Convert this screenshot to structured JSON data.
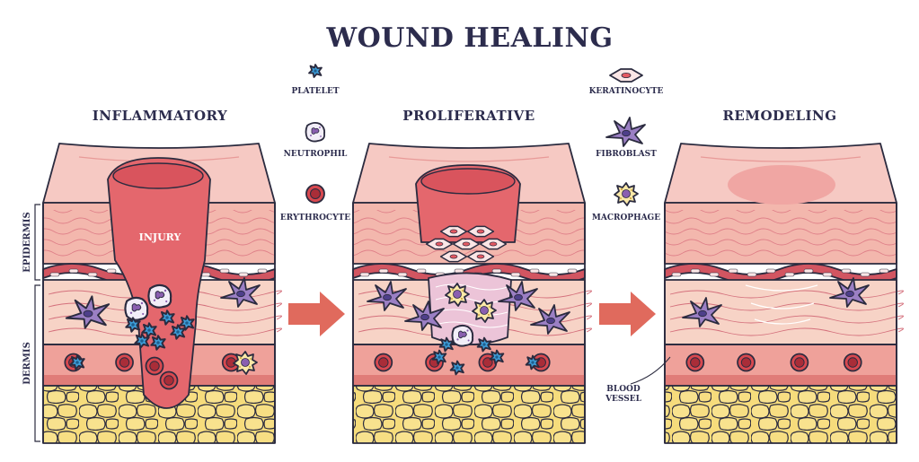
{
  "title": "WOUND HEALING",
  "stages": [
    {
      "id": "inflammatory",
      "label": "INFLAMMATORY"
    },
    {
      "id": "proliferative",
      "label": "PROLIFERATIVE"
    },
    {
      "id": "remodeling",
      "label": "REMODELING"
    }
  ],
  "legend": {
    "left": [
      {
        "label": "PLATELET",
        "icon": "platelet-icon"
      },
      {
        "label": "NEUTROPHIL",
        "icon": "neutrophil-icon"
      },
      {
        "label": "ERYTHROCYTE",
        "icon": "erythrocyte-icon"
      }
    ],
    "right": [
      {
        "label": "KERATINOCYTE",
        "icon": "keratinocyte-icon"
      },
      {
        "label": "FIBROBLAST",
        "icon": "fibroblast-icon"
      },
      {
        "label": "MACROPHAGE",
        "icon": "macrophage-icon"
      }
    ]
  },
  "side_labels": {
    "epidermis": "EPIDERMIS",
    "dermis": "DERMIS"
  },
  "injury_label": "INJURY",
  "blood_vessel_label": {
    "line1": "BLOOD",
    "line2": "VESSEL"
  },
  "colors": {
    "skin_top": "#f6c9c3",
    "skin_band": "#f3b7ad",
    "dermis": "#f7d3c6",
    "wound": "#e4676d",
    "vessel": "#efa19a",
    "fat": "#f6dc7c",
    "fat_outline": "#e7b93a",
    "ink": "#2b2b3f",
    "arrow": "#e06a5d",
    "fibroblast": "#9b7fc4",
    "platelet": "#3d9dd8",
    "erythrocyte": "#c9414b"
  }
}
